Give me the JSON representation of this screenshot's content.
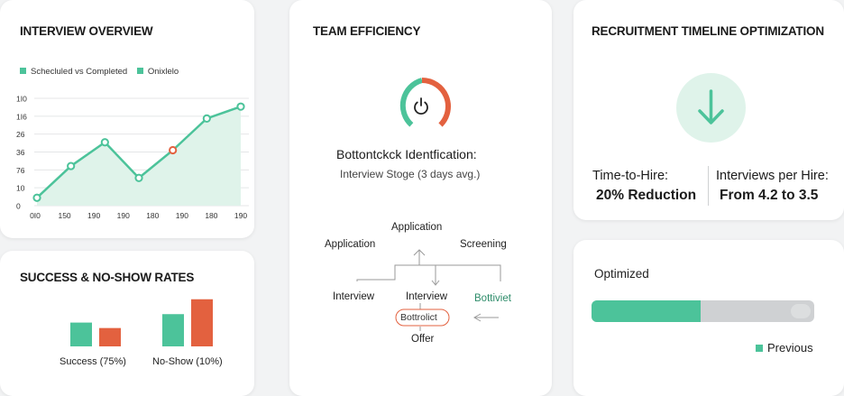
{
  "colors": {
    "accent": "#4cc39a",
    "accent_light": "#dff3ea",
    "orange": "#e3613f",
    "gray_track": "#cfd1d3"
  },
  "interview": {
    "title": "INTERVIEW OVERVIEW",
    "legend": [
      "Schecluled vs Completed",
      "Onixlelo"
    ]
  },
  "chart_data": [
    {
      "type": "line",
      "series": [
        {
          "values": [
            10,
            50,
            80,
            35,
            70,
            110,
            125
          ]
        }
      ],
      "x_tick_labels": [
        "0I0",
        "150",
        "190",
        "190",
        "180",
        "190",
        "180",
        "190"
      ],
      "y_tick_labels": [
        "1I0",
        "1I6",
        "26",
        "36",
        "76",
        "10",
        "0"
      ],
      "highlighted_point_index": 4,
      "grid": true
    },
    {
      "type": "bar",
      "categories": [
        "Success (75%)",
        "No-Show (10%)"
      ],
      "series": [
        {
          "values": [
            0.48,
            0.65
          ]
        },
        {
          "values": [
            0.37,
            0.95
          ]
        }
      ]
    }
  ],
  "success": {
    "title": "SUCCESS & NO-SHOW RATES",
    "labels": [
      "Success (75%)",
      "No-Show (10%)"
    ]
  },
  "team": {
    "title": "TEAM EFFICIENCY",
    "gauge_icon": "power-icon",
    "heading": "Bottontckck Identfication:",
    "subheading": "Interview Stoge (3 days avg.)",
    "flow": {
      "top": "Application",
      "left": "Application",
      "right": "Screening",
      "interview_left": "Interview",
      "interview_mid": "Interview",
      "bottleneck_right": "Bottiviet",
      "bottleneck_box": "Bottrolict",
      "offer": "Offer"
    }
  },
  "recruit": {
    "title": "RECRUITMENT TIMELINE OPTIMIZATION",
    "icon": "arrow-down-icon",
    "metric1_label": "Time-to-Hire:",
    "metric1_value": "20% Reduction",
    "metric2_label": "Interviews per Hire:",
    "metric2_value": "From 4.2 to 3.5"
  },
  "optimized": {
    "label": "Optimized",
    "progress": 0.49,
    "legend": "Previous"
  }
}
